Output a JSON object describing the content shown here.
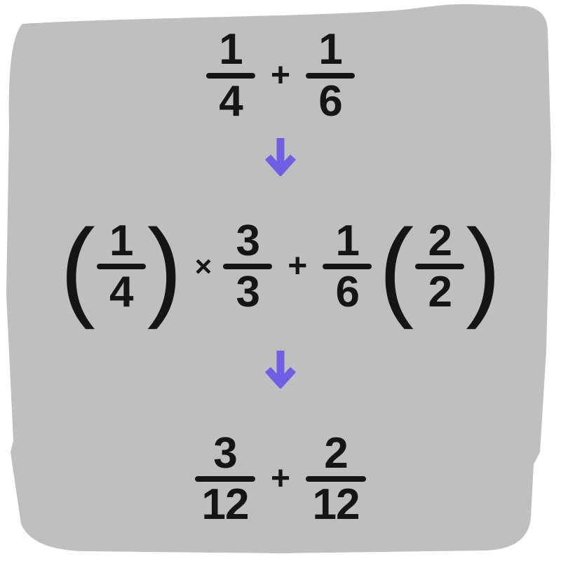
{
  "colors": {
    "page_background": "#ffffff",
    "blob_fill": "#c0bfbf",
    "text": "#151515",
    "arrow": "#6e5fe4"
  },
  "icons": {
    "down_arrow": "↓"
  },
  "steps": {
    "step1": {
      "frac_a": {
        "num": "1",
        "den": "4"
      },
      "plus": "+",
      "frac_b": {
        "num": "1",
        "den": "6"
      }
    },
    "step2": {
      "open_paren_a": "(",
      "frac_a": {
        "num": "1",
        "den": "4"
      },
      "close_paren_a": ")",
      "times": "×",
      "frac_mult_a": {
        "num": "3",
        "den": "3"
      },
      "plus": "+",
      "frac_b": {
        "num": "1",
        "den": "6"
      },
      "open_paren_b": "(",
      "frac_mult_b": {
        "num": "2",
        "den": "2"
      },
      "close_paren_b": ")"
    },
    "step3": {
      "frac_a": {
        "num": "3",
        "den": "12"
      },
      "plus": "+",
      "frac_b": {
        "num": "2",
        "den": "12"
      }
    }
  }
}
